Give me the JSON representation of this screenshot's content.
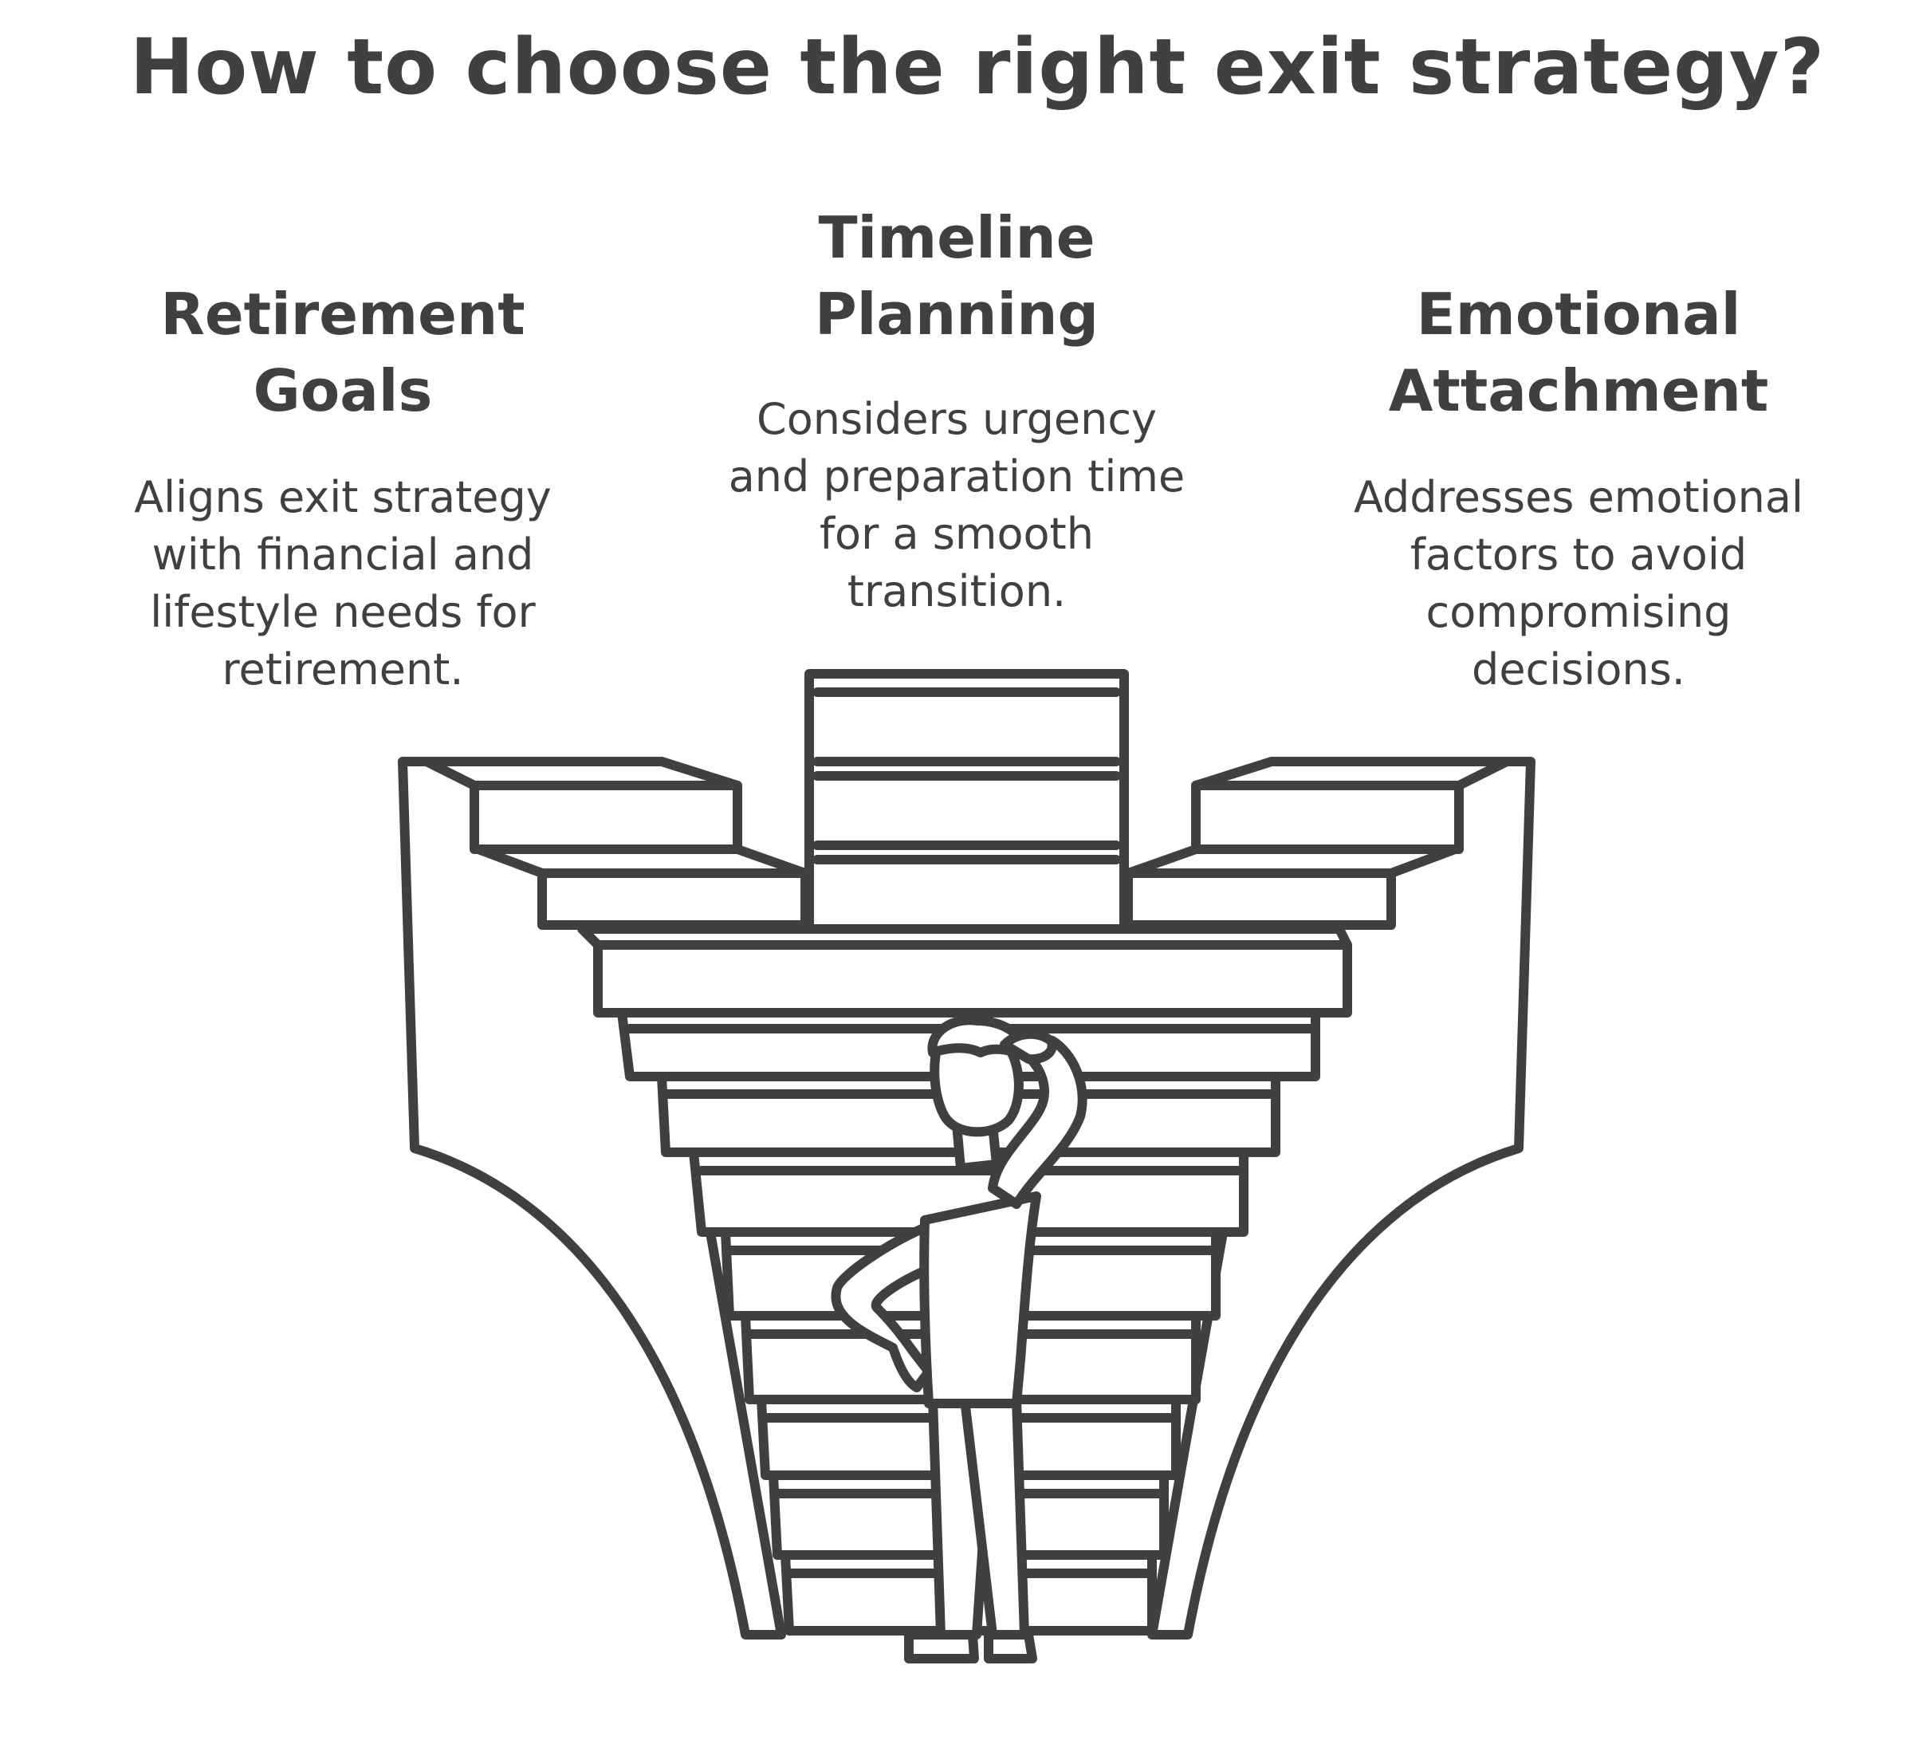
{
  "title": "How to choose the right exit strategy?",
  "factors": [
    {
      "heading": "Retirement\nGoals",
      "description": "Aligns exit strategy\nwith financial and\nlifestyle needs for\nretirement."
    },
    {
      "heading": "Timeline\nPlanning",
      "description": "Considers urgency\nand preparation time\nfor a smooth\ntransition."
    },
    {
      "heading": "Emotional\nAttachment",
      "description": "Addresses emotional\nfactors to avoid\ncompromising\ndecisions."
    }
  ],
  "colors": {
    "ink": "#404040",
    "background": "#ffffff"
  },
  "illustration": "person-looking-up-at-stairs-icon"
}
